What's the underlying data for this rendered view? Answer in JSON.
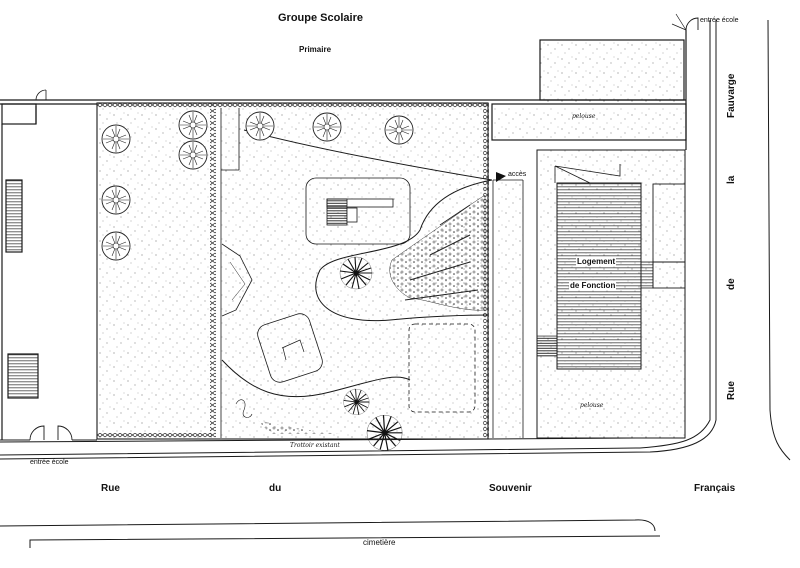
{
  "labels": {
    "groupe_scolaire": "Groupe Scolaire",
    "primaire": "Primaire",
    "entree_ecole_top": "entrée école",
    "entree_ecole_bottom": "entrée école",
    "acces": "accès",
    "logement_line1": "Logement",
    "logement_line2": "de Fonction",
    "pelouse_top": "pelouse",
    "pelouse_bottom": "pelouse",
    "trottoir": "Trottoir existant",
    "cimetiere": "cimetière",
    "rue_souvenir": [
      "Rue",
      "du",
      "Souvenir",
      "Français"
    ],
    "rue_fauvarge": [
      "Fauvarge",
      "la",
      "de",
      "Rue"
    ]
  },
  "colors": {
    "ink": "#1a1a1a",
    "paper": "#ffffff",
    "building_hatch": "#555555"
  },
  "icons": {
    "tree": "tree-symbol-icon",
    "palm": "palm-symbol-icon",
    "gate": "gate-arc-icon",
    "access": "access-arrow-icon"
  }
}
